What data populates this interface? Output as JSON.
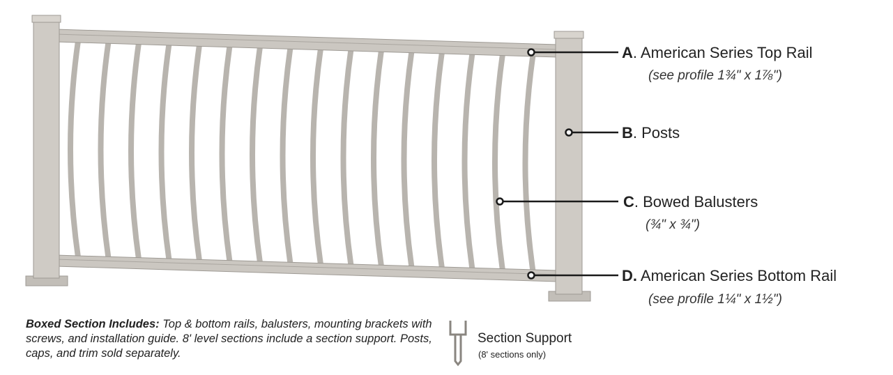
{
  "callouts": [
    {
      "letter": "A",
      "name": ". American Series Top Rail",
      "detail": "(see profile 1¾\" x 1⅞\")"
    },
    {
      "letter": "B",
      "name": ". Posts",
      "detail": ""
    },
    {
      "letter": "C",
      "name": ". Bowed Balusters",
      "detail": "(¾\" x ¾\")"
    },
    {
      "letter": "D.",
      "name": " American Series Bottom Rail",
      "detail": "(see profile 1¼\" x 1½\")"
    }
  ],
  "note": {
    "heading": "Boxed Section Includes:",
    "text": " Top & bottom rails, balusters, mounting brackets with screws, and installation guide. 8' level sections include a section support. Posts, caps, and trim sold separately."
  },
  "section_support": {
    "title": "Section Support",
    "subtitle": "(8' sections only)"
  },
  "colors": {
    "fence": "#c9c5bf",
    "fence_dark": "#9e9a94",
    "line": "#1a1a1a"
  }
}
